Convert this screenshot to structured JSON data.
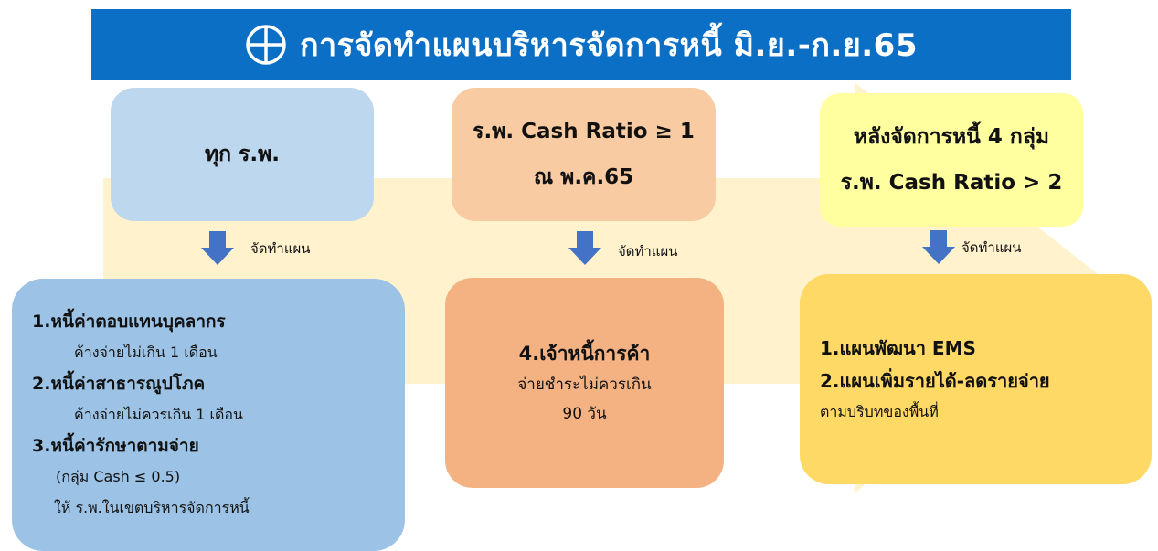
{
  "title": {
    "text": "การจัดทำแผนบริหารจัดการหนี้ มิ.ย.-ก.ย.65"
  },
  "colors": {
    "title_bg": "#0b6fc6",
    "big_arrow": "#fff2cc",
    "down_arrow": "#4472c4",
    "top_blue": "#bdd7ee",
    "top_orange": "#f8cba3",
    "top_yellow": "#ffff9f",
    "bottom_blue": "#9cc3e5",
    "bottom_orange": "#f4b182",
    "bottom_yellow": "#ffd966"
  },
  "icons": {
    "title_icon": "circle-cross-icon",
    "arrows": "down-arrow-icon"
  },
  "columns": [
    {
      "top": {
        "lines": [
          "ทุก ร.พ."
        ]
      },
      "arrow_label": "จัดทำแผน",
      "bottom": {
        "items": [
          {
            "head": "1.หนี้ค่าตอบแทนบุคลากร",
            "sub": "ค้างจ่ายไม่เกิน 1 เดือน"
          },
          {
            "head": "2.หนี้ค่าสาธารณูปโภค",
            "sub": "ค้างจ่ายไม่ควรเกิน 1 เดือน"
          },
          {
            "head": "3.หนี้ค่ารักษาตามจ่าย",
            "sub": "(กลุ่ม Cash ≤ 0.5)",
            "sub2": "ให้ ร.พ.ในเขตบริหารจัดการหนี้"
          }
        ]
      }
    },
    {
      "top": {
        "lines": [
          "ร.พ. Cash Ratio  ≥ 1",
          "ณ พ.ค.65"
        ]
      },
      "arrow_label": "จัดทำแผน",
      "bottom": {
        "head": "4.เจ้าหนี้การค้า",
        "sub1": "จ่ายชำระไม่ควรเกิน",
        "sub2": "90 วัน"
      }
    },
    {
      "top": {
        "lines": [
          "หลังจัดการหนี้ 4 กลุ่ม",
          "ร.พ. Cash Ratio > 2"
        ]
      },
      "arrow_label": "จัดทำแผน",
      "bottom": {
        "head1": "1.แผนพัฒนา EMS",
        "head2": "2.แผนเพิ่มรายได้-ลดรายจ่าย",
        "sub": "ตามบริบทของพื้นที่"
      }
    }
  ]
}
